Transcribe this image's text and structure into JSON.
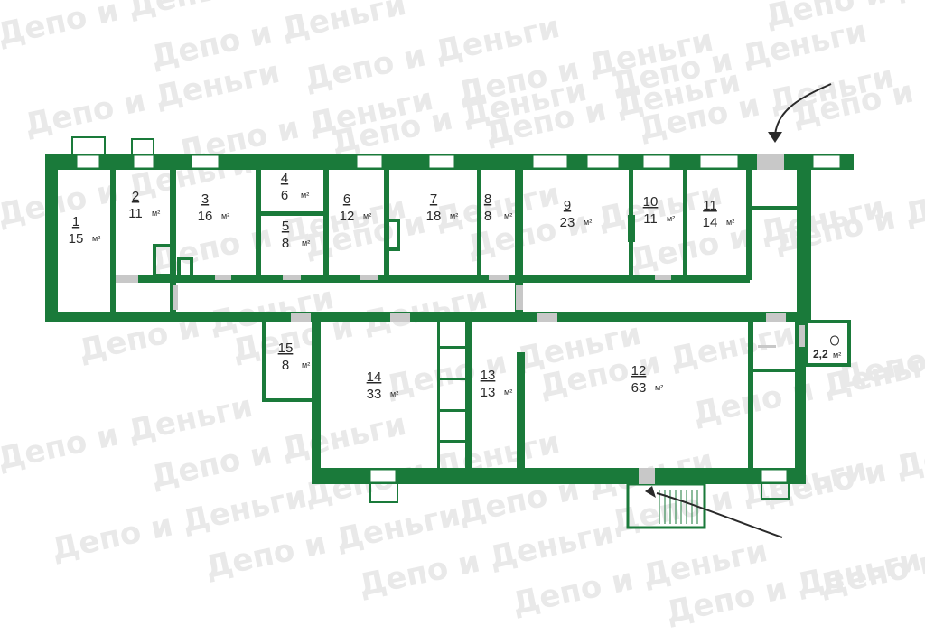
{
  "watermark": "Депо и Деньги",
  "unit": "м²",
  "rooms": [
    {
      "id": "1",
      "area": "15"
    },
    {
      "id": "2",
      "area": "11"
    },
    {
      "id": "3",
      "area": "16"
    },
    {
      "id": "4",
      "area": "6"
    },
    {
      "id": "5",
      "area": "8"
    },
    {
      "id": "6",
      "area": "12"
    },
    {
      "id": "7",
      "area": "18"
    },
    {
      "id": "8",
      "area": "8"
    },
    {
      "id": "9",
      "area": "23"
    },
    {
      "id": "10",
      "area": "11"
    },
    {
      "id": "11",
      "area": "14"
    },
    {
      "id": "12",
      "area": "63"
    },
    {
      "id": "13",
      "area": "13"
    },
    {
      "id": "14",
      "area": "33"
    },
    {
      "id": "15",
      "area": "8"
    }
  ],
  "extra_area": "2,2",
  "colors": {
    "wall": "#1a7a3a",
    "door": "#c8c8c8",
    "watermark": "#e9e9e9",
    "arrow": "#2a2a2a"
  }
}
